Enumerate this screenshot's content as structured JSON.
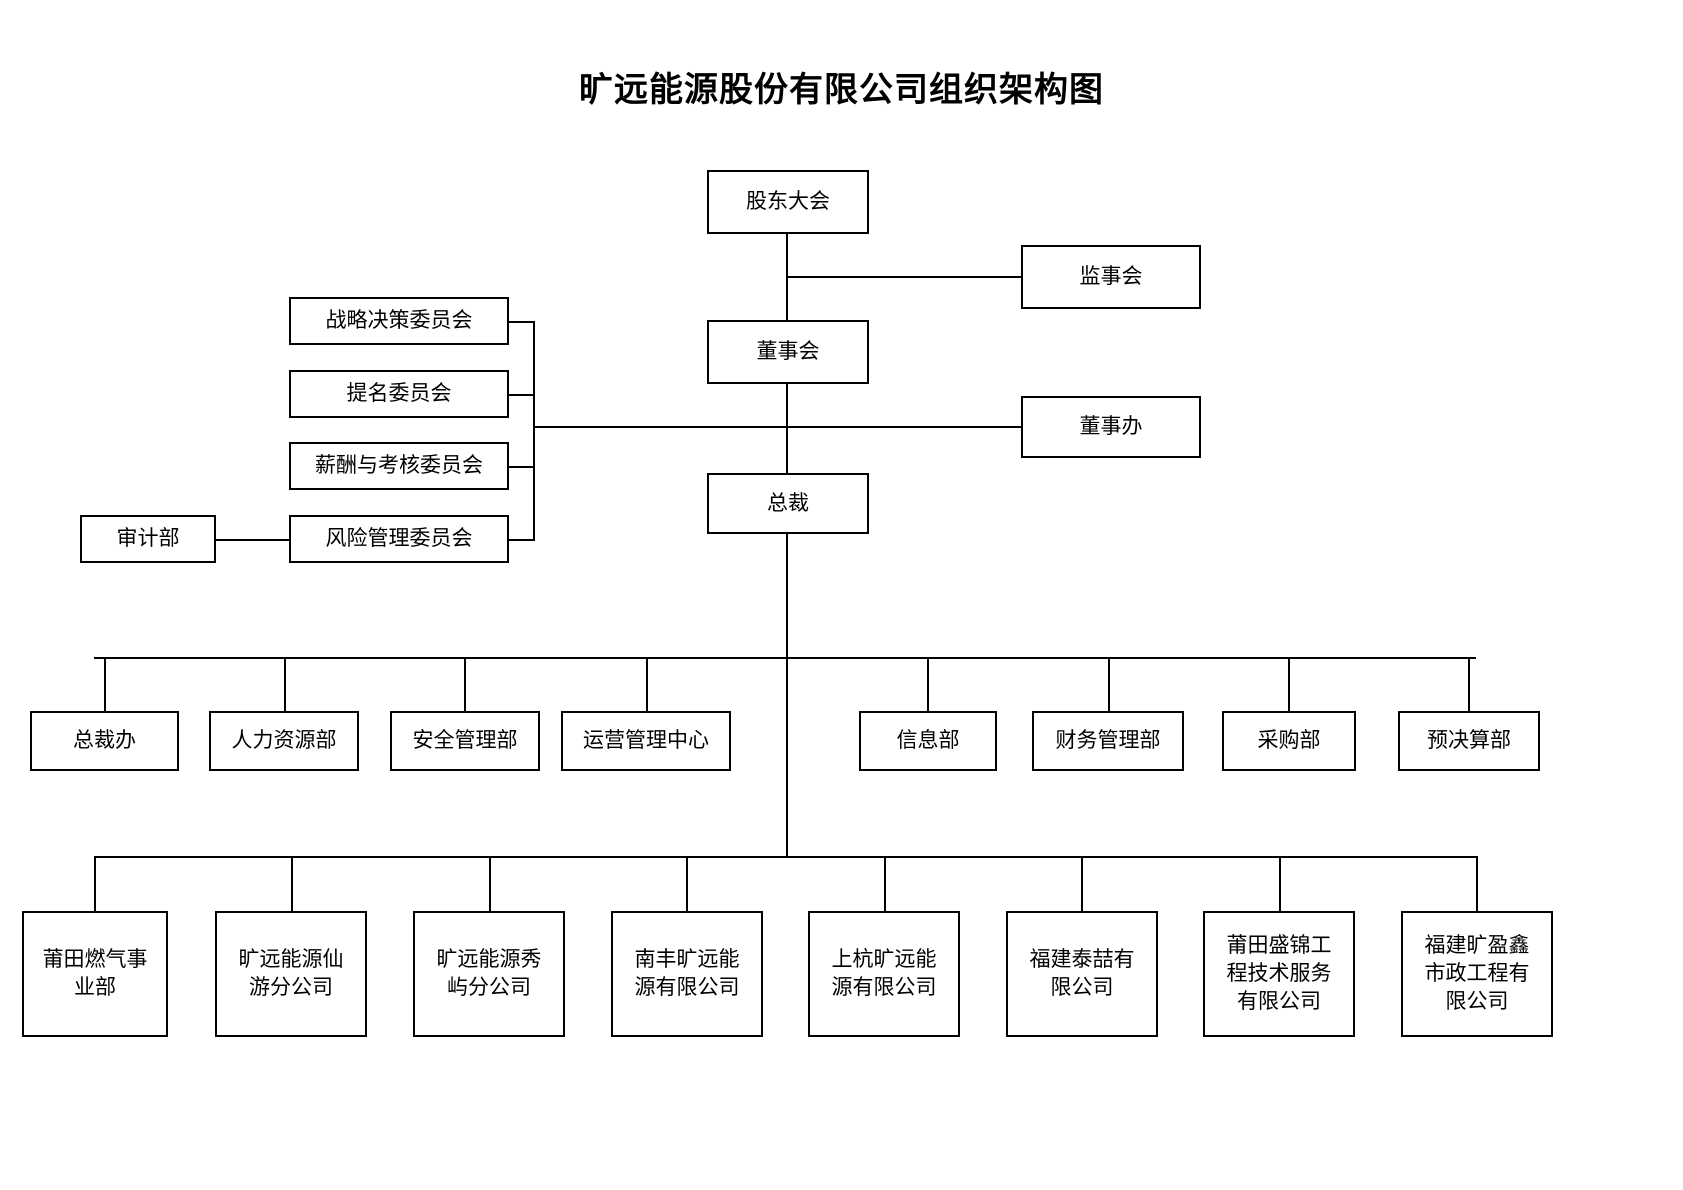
{
  "title": "旷远能源股份有限公司组织架构图",
  "chart_data": {
    "type": "diagram",
    "diagram_kind": "organization-chart",
    "title": "旷远能源股份有限公司组织架构图",
    "nodes": [
      {
        "id": "shareholders",
        "label": "股东大会",
        "level": 0
      },
      {
        "id": "supervisors",
        "label": "监事会",
        "level": 1
      },
      {
        "id": "board",
        "label": "董事会",
        "level": 1
      },
      {
        "id": "board_office",
        "label": "董事办",
        "level": 2
      },
      {
        "id": "president",
        "label": "总裁",
        "level": 2
      },
      {
        "id": "strategy_committee",
        "label": "战略决策委员会",
        "level": 2
      },
      {
        "id": "nomination_committee",
        "label": "提名委员会",
        "level": 2
      },
      {
        "id": "compensation_committee",
        "label": "薪酬与考核委员会",
        "level": 2
      },
      {
        "id": "risk_committee",
        "label": "风险管理委员会",
        "level": 2
      },
      {
        "id": "audit_dept",
        "label": "审计部",
        "level": 3
      }
    ],
    "edges": [
      {
        "from": "shareholders",
        "to": "board"
      },
      {
        "from": "shareholders",
        "to": "supervisors"
      },
      {
        "from": "board",
        "to": "president"
      },
      {
        "from": "board",
        "to": "board_office"
      },
      {
        "from": "board",
        "to": "strategy_committee"
      },
      {
        "from": "board",
        "to": "nomination_committee"
      },
      {
        "from": "board",
        "to": "compensation_committee"
      },
      {
        "from": "board",
        "to": "risk_committee"
      },
      {
        "from": "risk_committee",
        "to": "audit_dept"
      },
      {
        "from": "president",
        "to": "departments"
      },
      {
        "from": "president",
        "to": "subsidiaries"
      }
    ]
  },
  "top": {
    "shareholders_meeting": "股东大会",
    "board_of_supervisors": "监事会",
    "board_of_directors": "董事会",
    "board_office": "董事办",
    "president": "总裁"
  },
  "committees": [
    {
      "label": "战略决策委员会"
    },
    {
      "label": "提名委员会"
    },
    {
      "label": "薪酬与考核委员会"
    },
    {
      "label": "风险管理委员会"
    }
  ],
  "audit": {
    "label": "审计部"
  },
  "departments": [
    {
      "label": "总裁办"
    },
    {
      "label": "人力资源部"
    },
    {
      "label": "安全管理部"
    },
    {
      "label": "运营管理中心"
    },
    {
      "label": "信息部"
    },
    {
      "label": "财务管理部"
    },
    {
      "label": "采购部"
    },
    {
      "label": "预决算部"
    }
  ],
  "subsidiaries": [
    {
      "label": "莆田燃气事\n业部"
    },
    {
      "label": "旷远能源仙\n游分公司"
    },
    {
      "label": "旷远能源秀\n屿分公司"
    },
    {
      "label": "南丰旷远能\n源有限公司"
    },
    {
      "label": "上杭旷远能\n源有限公司"
    },
    {
      "label": "福建泰喆有\n限公司"
    },
    {
      "label": "莆田盛锦工\n程技术服务\n有限公司"
    },
    {
      "label": "福建旷盈鑫\n市政工程有\n限公司"
    }
  ],
  "colors": {
    "border": "#000000",
    "background": "#ffffff",
    "text": "#000000"
  }
}
